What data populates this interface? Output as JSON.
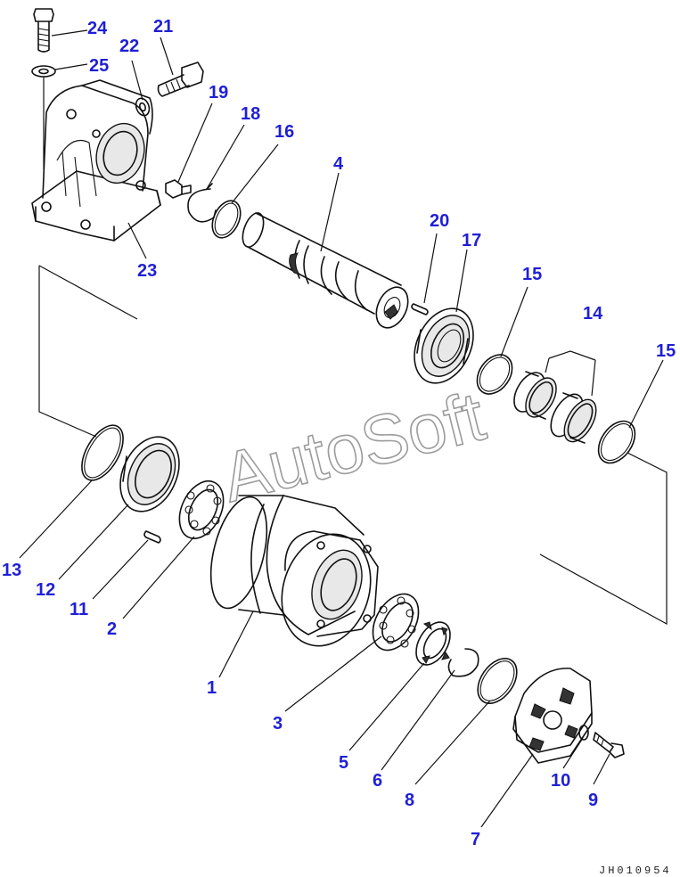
{
  "diagram": {
    "watermark": "AutoSoft",
    "drawing_number": "JH010954",
    "accent_color": "#1f1fd6",
    "callouts": [
      "24",
      "21",
      "22",
      "25",
      "19",
      "18",
      "16",
      "4",
      "23",
      "20",
      "17",
      "15",
      "14",
      "15",
      "13",
      "12",
      "11",
      "2",
      "1",
      "3",
      "5",
      "6",
      "8",
      "7",
      "10",
      "9"
    ]
  }
}
